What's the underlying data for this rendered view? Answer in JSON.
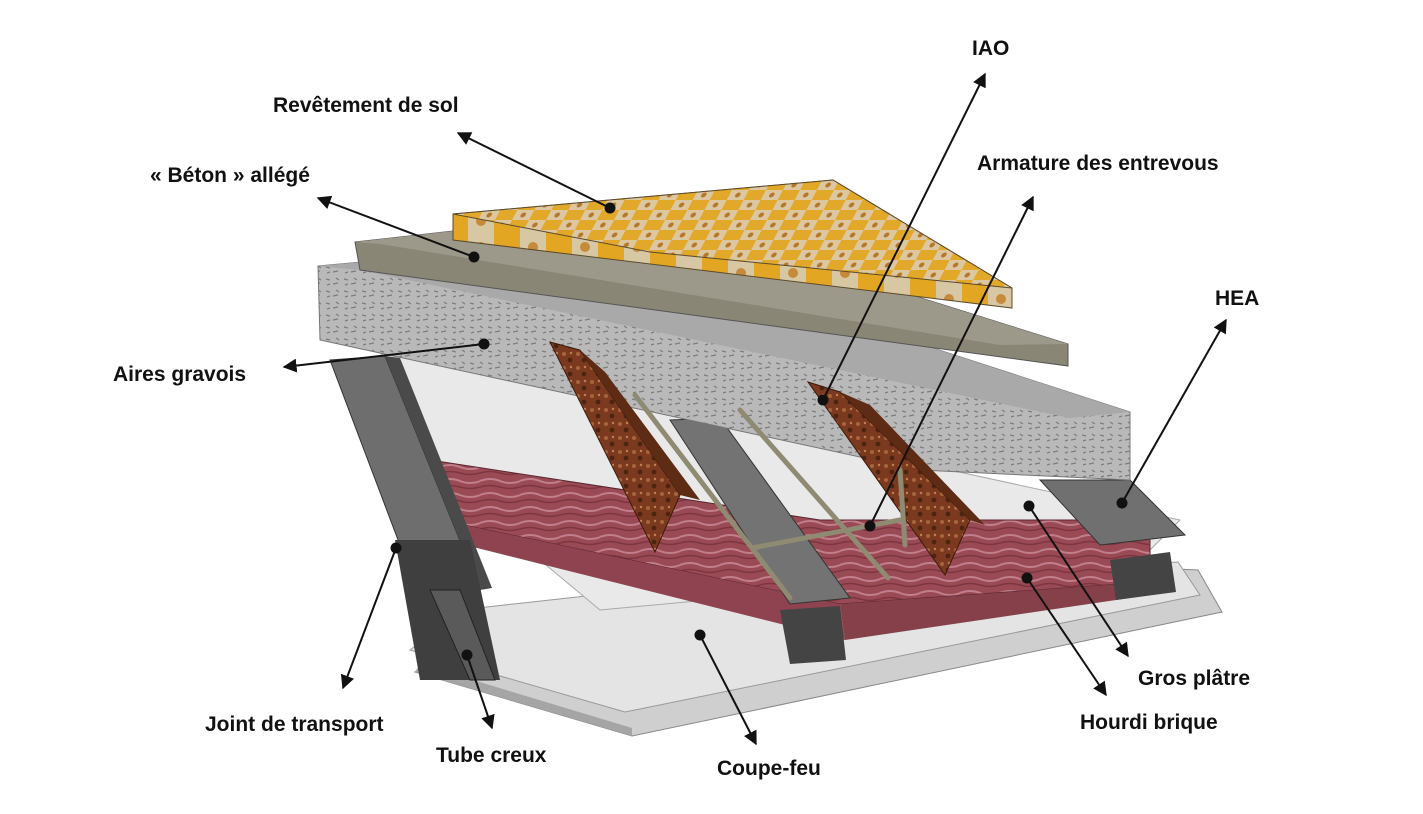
{
  "labels": {
    "iao": "IAO",
    "revetement": "Revêtement de sol",
    "beton": "« Béton » allégé",
    "armature": "Armature des entrevous",
    "hea": "HEA",
    "aires_gravois": "Aires gravois",
    "joint_transport": "Joint de transport",
    "tube_creux": "Tube creux",
    "coupe_feu": "Coupe-feu",
    "gros_platre": "Gros plâtre",
    "hourdi_brique": "Hourdi brique"
  },
  "colors": {
    "tile_yellow": "#e2a82a",
    "tile_light": "#d9c9a6",
    "concrete": "#8c8778",
    "gravel": "#b8b8b8",
    "plaster": "#e6e6e6",
    "brick": "#9a4a52",
    "steel": "#6e6e6e",
    "rust": "#7a3b1e"
  }
}
